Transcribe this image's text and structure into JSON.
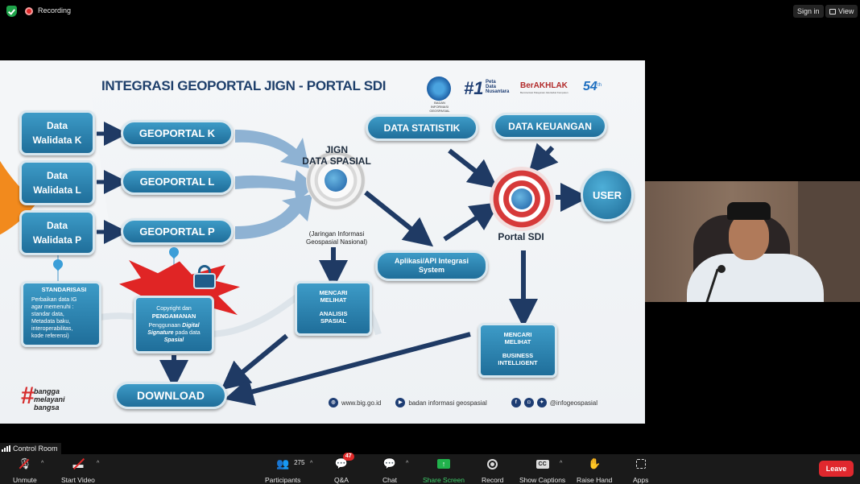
{
  "top_bar": {
    "recording_label": "Recording",
    "sign_in": "Sign in",
    "view": "View"
  },
  "slide": {
    "title": "INTEGRASI GEOPORTAL JIGN - PORTAL SDI",
    "logos": {
      "agency_caption": "BADAN INFORMASI GEOSPASIAL",
      "rank": "#1",
      "rank_caption": [
        "Peta",
        "Data",
        "Nusantara"
      ],
      "core_values": "BerAKHLAK",
      "core_values_caption": "Berorientasi Pelayanan Akuntabel Kompeten",
      "anniversary_number": "54",
      "anniversary_suffix": "th"
    },
    "walidata": [
      {
        "line1": "Data",
        "line2": "Walidata K"
      },
      {
        "line1": "Data",
        "line2": "Walidata L"
      },
      {
        "line1": "Data",
        "line2": "Walidata P"
      }
    ],
    "geoportals": [
      "GEOPORTAL  K",
      "GEOPORTAL  L",
      "GEOPORTAL  P"
    ],
    "jign_title": [
      "JIGN",
      "DATA SPASIAL"
    ],
    "jign_subtitle": [
      "(Jaringan Informasi",
      "Geospasial Nasional)"
    ],
    "data_statistik": "DATA STATISTIK",
    "data_keuangan": "DATA KEUANGAN",
    "portal_sdi": "Portal SDI",
    "user": "USER",
    "api_integration": [
      "Aplikasi/API Integrasi",
      "System"
    ],
    "standarisasi": {
      "title": "STANDARISASI",
      "body": [
        "Perbaikan data IG",
        "agar memenuhi :",
        "standar data,",
        "Metadata baku,",
        "interoperabilitas,",
        "kode referensi)"
      ]
    },
    "copyright": {
      "line1": "Copyright dan",
      "line2": "PENGAMANAN",
      "line3": "Penggunaan",
      "line3_italic": "Digital",
      "line4_italic": "Signature",
      "line4": " pada data",
      "line5_italic": "Spasial"
    },
    "analisis": [
      "MENCARI",
      "MELIHAT",
      "ANALISIS",
      "SPASIAL"
    ],
    "business": [
      "MENCARI",
      "MELIHAT",
      "BUSINESS",
      "INTELLIGENT"
    ],
    "download": "DOWNLOAD",
    "footer": {
      "website": "www.big.go.id",
      "youtube": "badan informasi geospasial",
      "social": "@infogeospasial"
    },
    "tagline": [
      "bangga",
      "melayani",
      "bangsa"
    ]
  },
  "control_room": "Control Room",
  "toolbar": {
    "unmute": "Unmute",
    "start_video": "Start Video",
    "participants": "Participants",
    "participants_count": "275",
    "qa": "Q&A",
    "qa_badge": "47",
    "chat": "Chat",
    "share_screen": "Share Screen",
    "record": "Record",
    "show_captions": "Show Captions",
    "cc_label": "CC",
    "raise_hand": "Raise Hand",
    "apps": "Apps",
    "leave": "Leave"
  }
}
